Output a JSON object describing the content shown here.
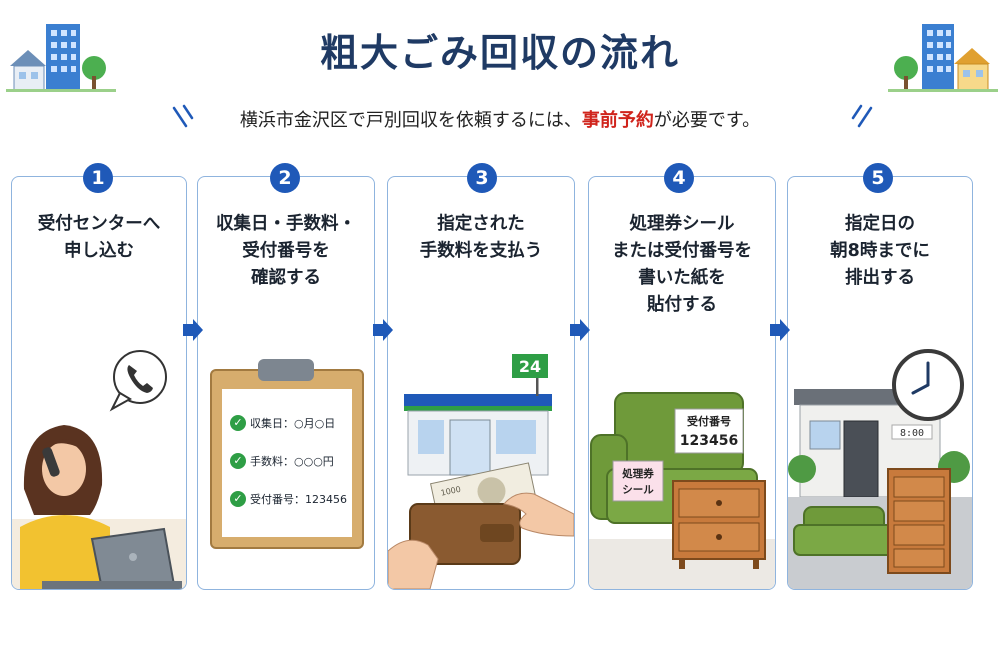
{
  "title": "粗大ごみ回収の流れ",
  "subtitle": {
    "before": "横浜市金沢区で戸別回収を依頼するには、",
    "emphasis": "事前予約",
    "after": "が必要です。"
  },
  "steps": [
    {
      "number": "1",
      "lines": [
        "受付センターへ",
        "申し込む"
      ]
    },
    {
      "number": "2",
      "lines": [
        "収集日・手数料・",
        "受付番号を",
        "確認する"
      ]
    },
    {
      "number": "3",
      "lines": [
        "指定された",
        "手数料を支払う"
      ]
    },
    {
      "number": "4",
      "lines": [
        "処理券シール",
        "または受付番号を",
        "書いた紙を",
        "貼付する"
      ]
    },
    {
      "number": "5",
      "lines": [
        "指定日の",
        "朝8時までに",
        "排出する"
      ]
    }
  ],
  "clipboard": {
    "items": [
      "収集日：○月○日",
      "手数料：○○○円",
      "受付番号：123456"
    ]
  },
  "store_sign": "24",
  "banknote_number": "1000",
  "stickers": {
    "receipt_label": "受付番号",
    "receipt_number": "123456",
    "ticket_lines": [
      "処理券",
      "シール"
    ]
  },
  "house_display": "8:00",
  "colors": {
    "title": "#1f3a64",
    "emphasis": "#d0241c",
    "badge": "#1f59b8",
    "card_border": "#8fb4de"
  }
}
